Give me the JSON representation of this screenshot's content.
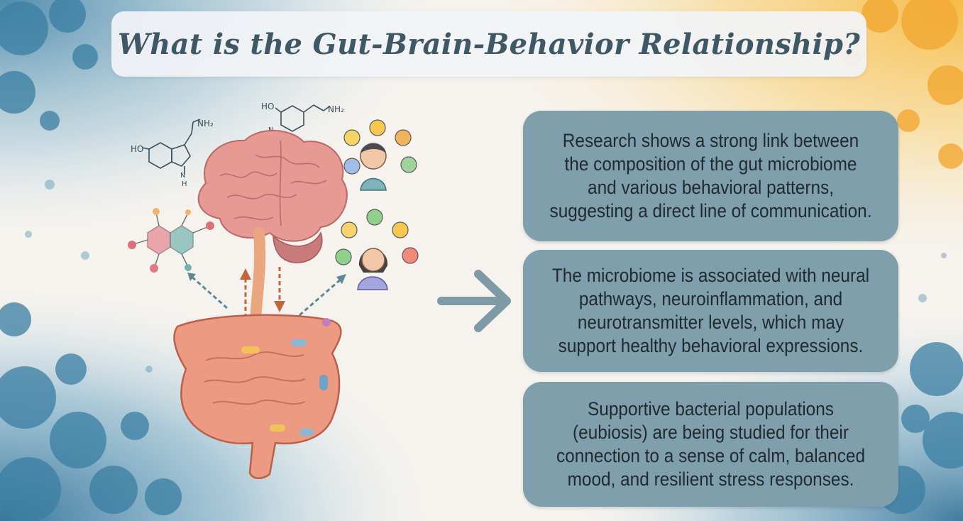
{
  "title": "What is the Gut-Brain-Behavior Relationship?",
  "cards": [
    {
      "text": "Research shows a strong link between the composition of the gut microbiome and various behavioral patterns, suggesting a direct line of communication."
    },
    {
      "text": "The microbiome is associated with neural pathways, neuroinflammation, and neurotransmitter levels, which may support healthy behavioral expressions."
    },
    {
      "text": "Supportive bacterial populations (eubiosis) are being studied for their connection to a sense of calm, balanced mood, and resilient stress responses."
    }
  ],
  "molecules": {
    "serotonin": {
      "ho": "HO",
      "nh2": "NH₂",
      "nh": "N",
      "h": "H"
    },
    "dopamine": {
      "ho": "HO",
      "nh2": "NH₂",
      "n": "N"
    }
  },
  "icons": {
    "brain": "brain-icon",
    "intestine": "intestine-icon",
    "vagus_nerve": "vagus-nerve-icon",
    "person_male": "person-icon",
    "person_female": "person-icon",
    "emoji": "emoji-icon",
    "molecule": "molecule-icon",
    "arrow": "arrow-right-icon"
  },
  "colors": {
    "title": "#3f5866",
    "card_bg": "#809fac",
    "card_text": "#202a30",
    "watercolor_blue": "#3b7fa3",
    "watercolor_orange": "#f3b53c",
    "brain": "#e79a94",
    "intestine": "#ec9a82",
    "arrow": "#7d9aa5"
  }
}
